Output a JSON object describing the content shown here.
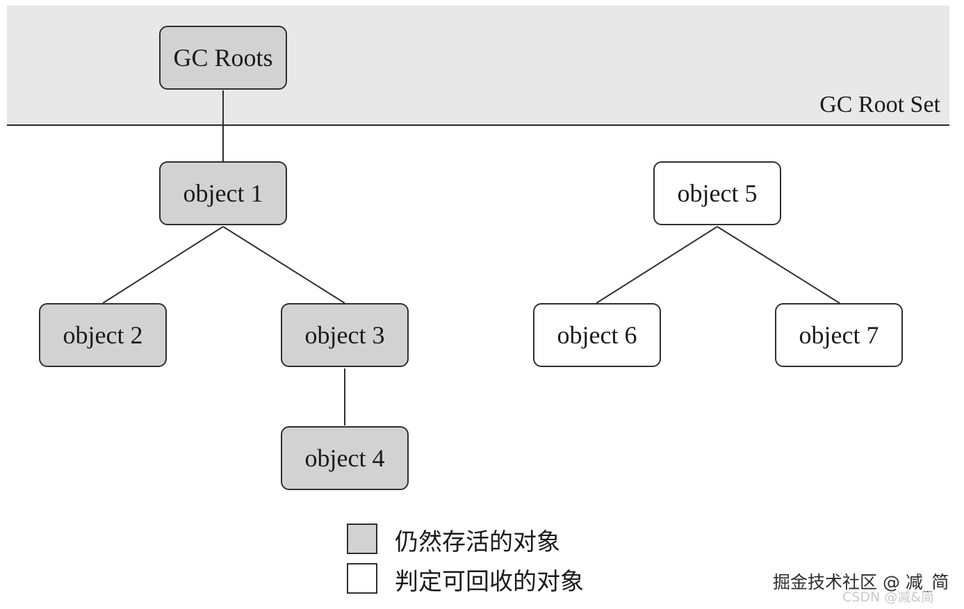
{
  "band_label": "GC Root Set",
  "nodes": {
    "gc_roots": "GC Roots",
    "object1": "object 1",
    "object2": "object 2",
    "object3": "object 3",
    "object4": "object 4",
    "object5": "object 5",
    "object6": "object 6",
    "object7": "object 7"
  },
  "legend": {
    "live": "仍然存活的对象",
    "collectable": "判定可回收的对象"
  },
  "colors": {
    "live": "#d2d2d2",
    "collectable": "#ffffff",
    "root_band": "#e8e8e8"
  },
  "watermark": {
    "line1": "掘金技术社区 @ 减_简",
    "line2": "CSDN @减&简"
  }
}
